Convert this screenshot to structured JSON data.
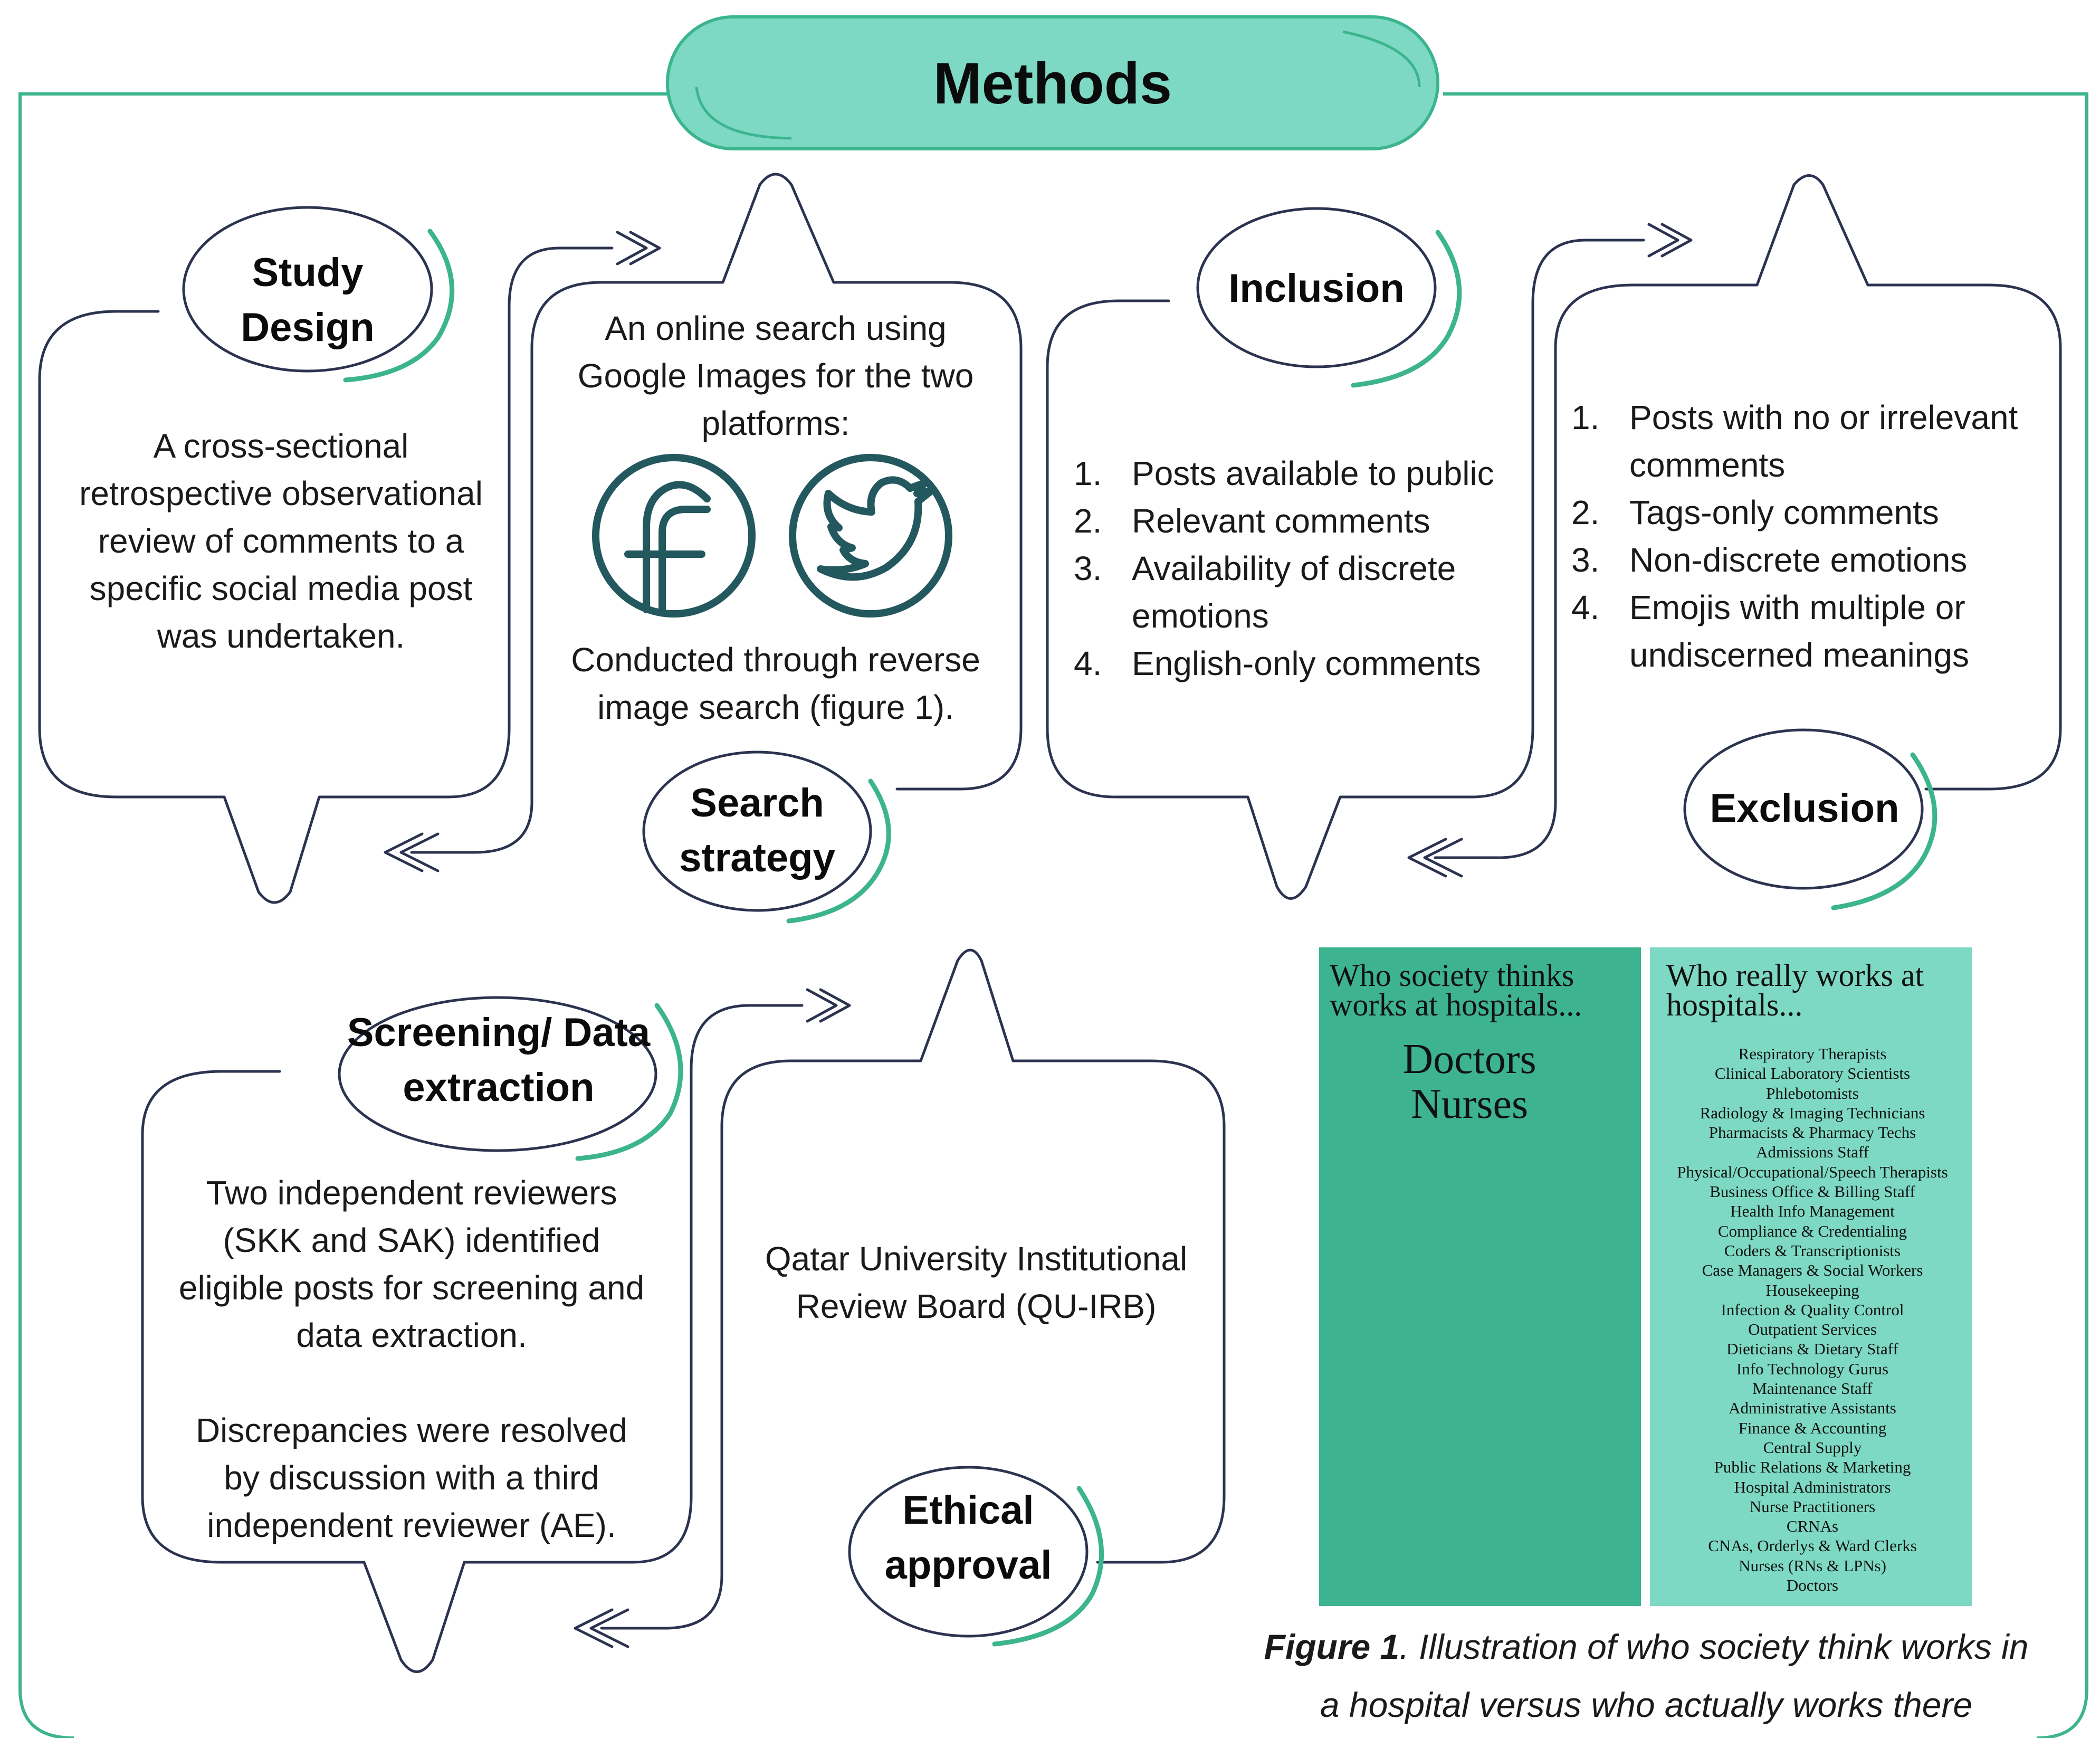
{
  "title": "Methods",
  "colors": {
    "teal": "#7DD9C4",
    "teal_dark": "#3CB48E",
    "frame": "#3CB48E",
    "bubble_stroke": "#2B3350",
    "icon": "#23585E"
  },
  "study_design": {
    "label": "Study Design",
    "text": "A cross-sectional retrospective observational review of comments to a specific social media post was undertaken."
  },
  "search_strategy": {
    "label": "Search strategy",
    "intro": "An online search using Google Images for the two platforms:",
    "outro": "Conducted through reverse image search (figure 1).",
    "icons": [
      "facebook-icon",
      "twitter-icon"
    ]
  },
  "inclusion": {
    "label": "Inclusion",
    "items": [
      "Posts available to public",
      "Relevant comments",
      "Availability of discrete emotions",
      "English-only comments"
    ]
  },
  "exclusion": {
    "label": "Exclusion",
    "items": [
      "Posts with no or irrelevant comments",
      "Tags-only comments",
      "Non-discrete emotions",
      "Emojis with multiple or undiscerned meanings"
    ]
  },
  "screening": {
    "label": "Screening/ Data extraction",
    "text1": "Two independent reviewers (SKK and SAK) identified eligible posts for screening and data extraction.",
    "text2": "Discrepancies were resolved by discussion with a third independent reviewer (AE)."
  },
  "ethics": {
    "label": "Ethical approval",
    "text": "Qatar University Institutional Review Board (QU-IRB)"
  },
  "figure": {
    "left_heading": "Who society thinks works at hospitals...",
    "left_items": [
      "Doctors",
      "Nurses"
    ],
    "right_heading": "Who really works at hospitals...",
    "right_items": [
      "Respiratory Therapists",
      "Clinical Laboratory Scientists",
      "Phlebotomists",
      "Radiology & Imaging Technicians",
      "Pharmacists & Pharmacy Techs",
      "Admissions Staff",
      "Physical/Occupational/Speech Therapists",
      "Business Office & Billing Staff",
      "Health Info Management",
      "Compliance & Credentialing",
      "Coders & Transcriptionists",
      "Case Managers & Social Workers",
      "Housekeeping",
      "Infection & Quality Control",
      "Outpatient Services",
      "Dieticians & Dietary Staff",
      "Info Technology Gurus",
      "Maintenance Staff",
      "Administrative Assistants",
      "Finance & Accounting",
      "Central Supply",
      "Public Relations & Marketing",
      "Hospital Administrators",
      "Nurse Practitioners",
      "CRNAs",
      "CNAs, Orderlys & Ward Clerks",
      "Nurses (RNs & LPNs)",
      "Doctors"
    ],
    "caption_bold": "Figure 1",
    "caption_rest": ". Illustration of who society think works in a hospital versus who actually works there"
  }
}
